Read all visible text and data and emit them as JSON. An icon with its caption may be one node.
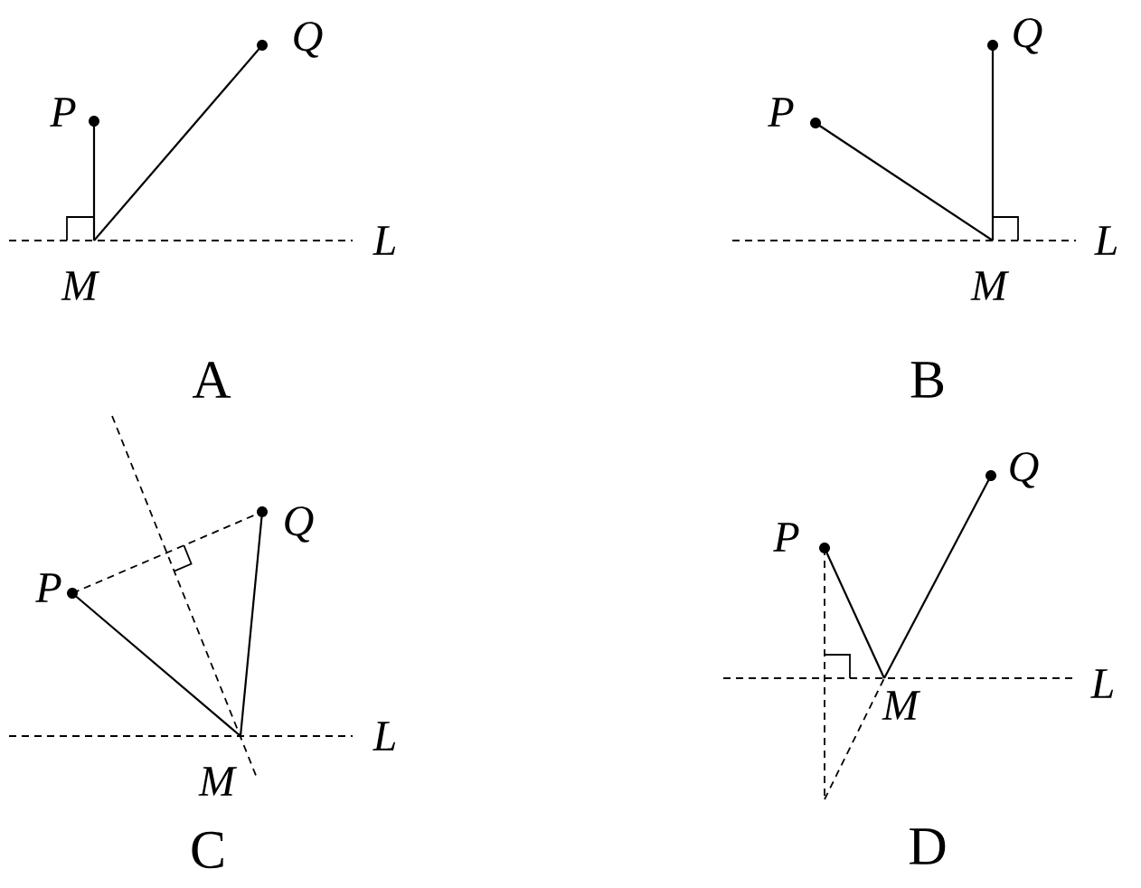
{
  "diagram": {
    "nodes": [
      {
        "text": [
          "P"
        ]
      },
      {
        "text": [
          "Q"
        ]
      },
      {
        "text": [
          "M"
        ]
      },
      {
        "text": [
          "P"
        ]
      },
      {
        "text": [
          "Q"
        ]
      },
      {
        "text": [
          "M"
        ]
      },
      {
        "text": [
          "P"
        ]
      },
      {
        "text": [
          "Q"
        ]
      },
      {
        "text": [
          "M"
        ]
      },
      {
        "text": [
          "P"
        ]
      },
      {
        "text": [
          "Q"
        ]
      },
      {
        "text": [
          "M"
        ]
      }
    ],
    "edges": [
      {
        "from": 0,
        "to": 2,
        "arrow": "none"
      },
      {
        "from": 1,
        "to": 2,
        "arrow": "none"
      },
      {
        "from": 3,
        "to": 5,
        "arrow": "none"
      },
      {
        "from": 4,
        "to": 5,
        "arrow": "none"
      },
      {
        "from": 6,
        "to": 8,
        "arrow": "none"
      },
      {
        "from": 7,
        "to": 8,
        "arrow": "none"
      },
      {
        "from": 6,
        "to": 7,
        "arrow": "none",
        "style": "dashed"
      },
      {
        "from": 9,
        "to": 11,
        "arrow": "none"
      },
      {
        "from": 10,
        "to": 11,
        "arrow": "none"
      }
    ],
    "labels": [
      "L",
      "A",
      "L",
      "B",
      "L",
      "C",
      "L",
      "D"
    ]
  }
}
